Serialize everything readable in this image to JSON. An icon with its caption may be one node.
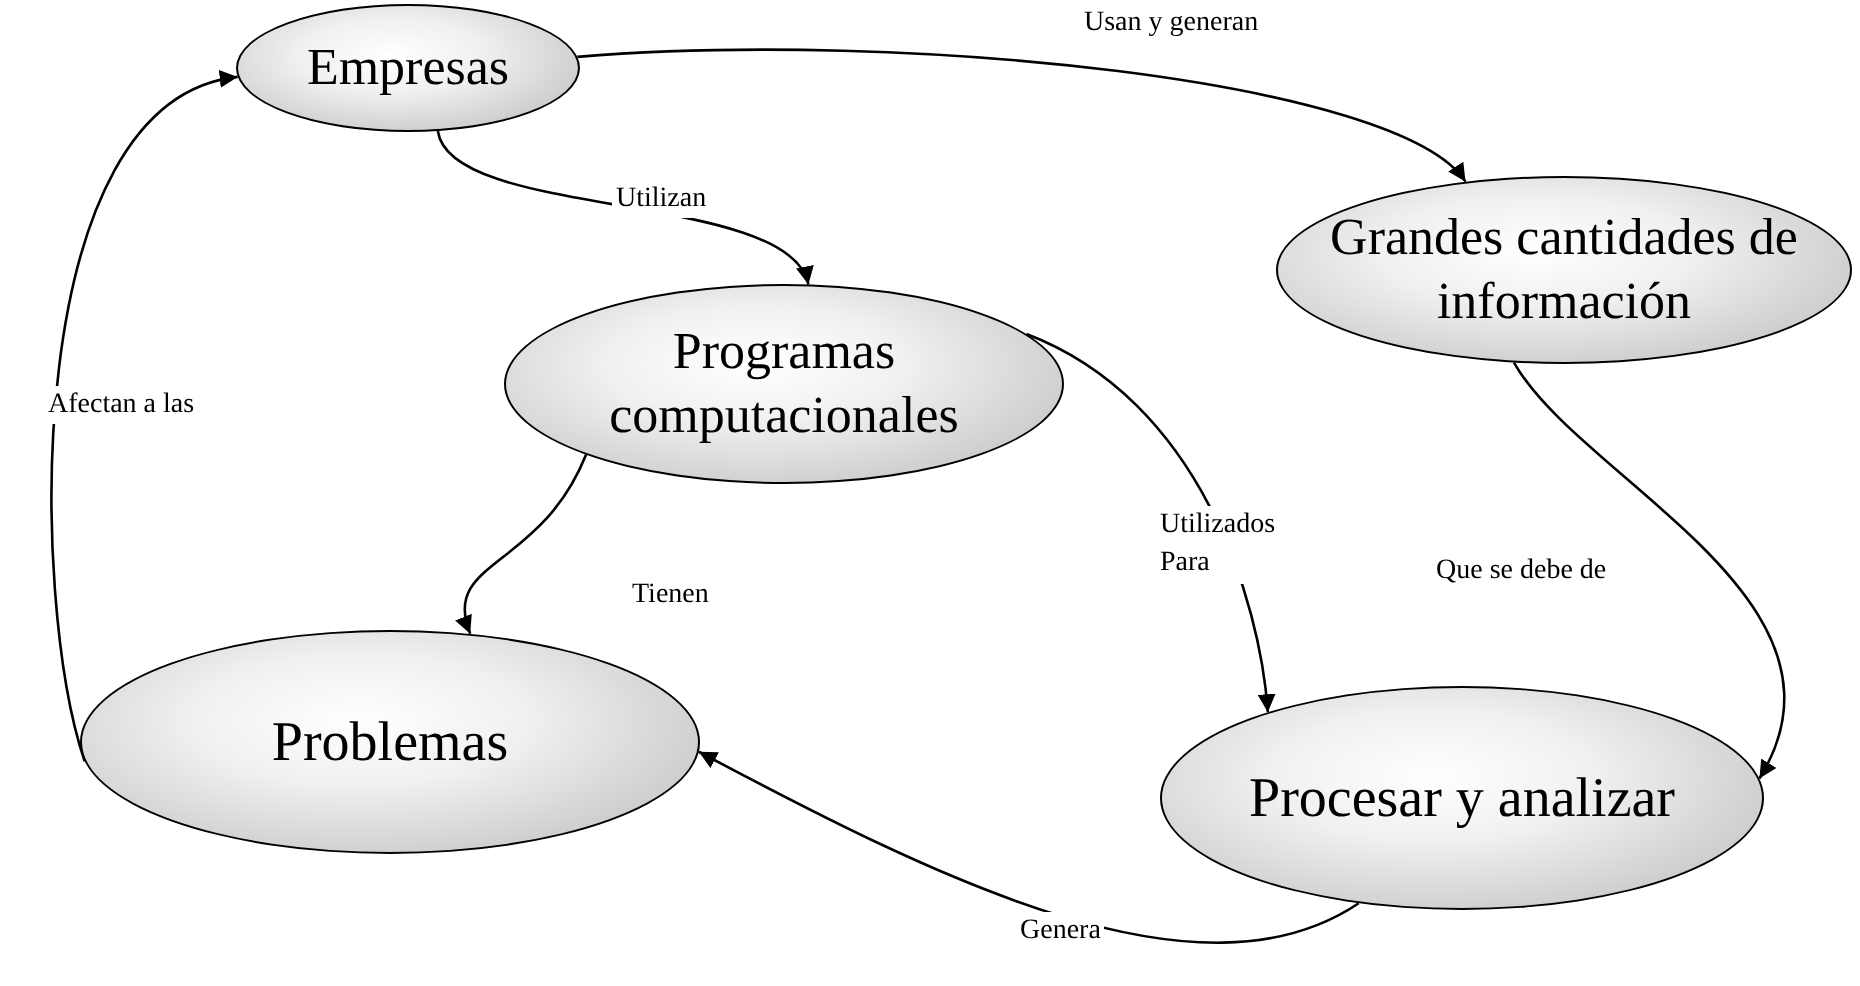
{
  "diagram": {
    "nodes": [
      {
        "text": [
          "Empresas"
        ]
      },
      {
        "text": [
          "Grandes cantidades de información"
        ]
      },
      {
        "text": [
          "Programas computacionales"
        ]
      },
      {
        "text": [
          "Problemas"
        ]
      },
      {
        "text": [
          "Procesar y analizar"
        ]
      }
    ],
    "edges": [
      {
        "from": 0,
        "to": 1,
        "arrow": "to",
        "label": "Usan y generan"
      },
      {
        "from": 0,
        "to": 2,
        "arrow": "to",
        "label": "Utilizan"
      },
      {
        "from": 1,
        "to": 4,
        "arrow": "to",
        "label": "Que se debe de"
      },
      {
        "from": 2,
        "to": 4,
        "arrow": "to",
        "label": "Utilizados Para"
      },
      {
        "from": 2,
        "to": 3,
        "arrow": "to",
        "label": "Tienen"
      },
      {
        "from": 4,
        "to": 3,
        "arrow": "to",
        "label": "Genera"
      },
      {
        "from": 3,
        "to": 0,
        "arrow": "to",
        "label": "Afectan a las"
      }
    ]
  }
}
